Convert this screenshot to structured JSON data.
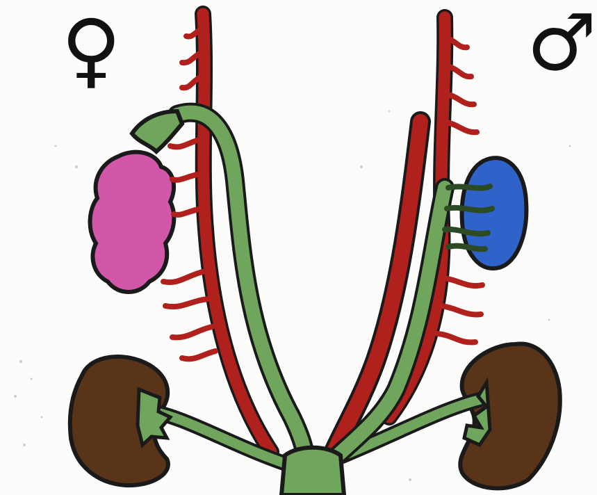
{
  "symbols": {
    "female": "♀",
    "male": "♂"
  },
  "colors": {
    "background": "#fcfcfa",
    "outline": "#1a1a1a",
    "red_vessels": "#b0201c",
    "green_ducts": "#6fa55c",
    "ovary": "#d257a8",
    "testis": "#2f63c9",
    "kidneys": "#5a3418"
  },
  "structures": [
    "female-symbol",
    "male-symbol",
    "ovary",
    "testis",
    "left-kidney",
    "right-kidney",
    "mullerian-duct",
    "wolffian-duct",
    "left-red-vessel",
    "right-red-vessel",
    "central-red-tube",
    "ureters",
    "cloaca"
  ]
}
